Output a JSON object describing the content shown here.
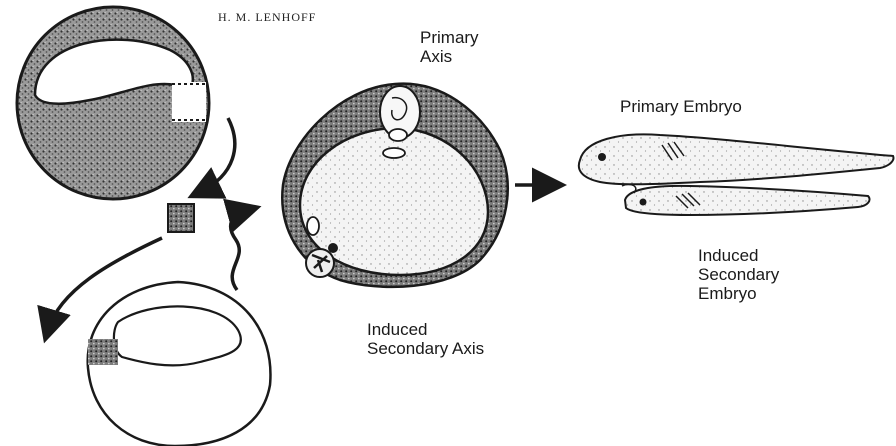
{
  "header": {
    "author": "H. M. LENHOFF"
  },
  "labels": {
    "primary_axis": [
      "Primary",
      "Axis"
    ],
    "primary_embryo": "Primary  Embryo",
    "induced_secondary_embryo": [
      "Induced",
      "Secondary",
      "Embryo"
    ],
    "induced_secondary_axis": [
      "Induced",
      "Secondary  Axis"
    ]
  },
  "colors": {
    "ink": "#1a1a1a",
    "stipple": "#6a6a6a",
    "background": "#ffffff"
  }
}
